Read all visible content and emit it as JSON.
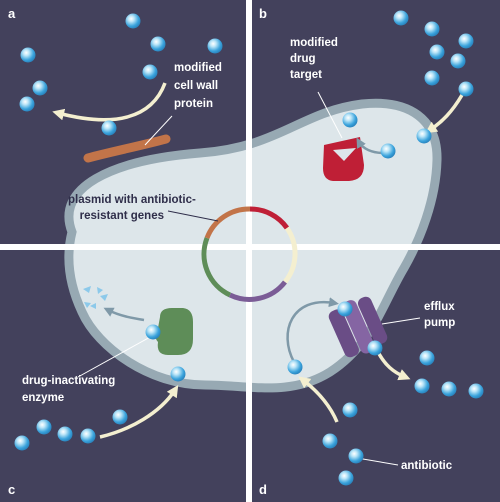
{
  "panels": {
    "a": "a",
    "b": "b",
    "c": "c",
    "d": "d"
  },
  "labels": {
    "cell_wall_protein": [
      "modified",
      "cell wall",
      "protein"
    ],
    "drug_target": [
      "modified",
      "drug",
      "target"
    ],
    "plasmid": [
      "plasmid with antibiotic-",
      "resistant genes"
    ],
    "enzyme": [
      "drug-inactivating",
      "enzyme"
    ],
    "efflux_pump": [
      "efflux",
      "pump"
    ],
    "antibiotic": "antibiotic"
  },
  "colors": {
    "background": "#43415c",
    "cell_fill": "#dde6ea",
    "cell_wall": "#97a9b3",
    "divider": "#ffffff",
    "wall_protein": "#c27449",
    "drug_target": "#bf1f36",
    "enzyme": "#5e8d58",
    "efflux_pump": "#7b5c96",
    "arrow_light": "#f4efd0",
    "arrow_inner": "#7f99a8",
    "antibiotic": "#43a7dd",
    "plasmid_segments": [
      "#bf1f36",
      "#f4efd0",
      "#7b5c96",
      "#5e8d58",
      "#c27449"
    ]
  }
}
